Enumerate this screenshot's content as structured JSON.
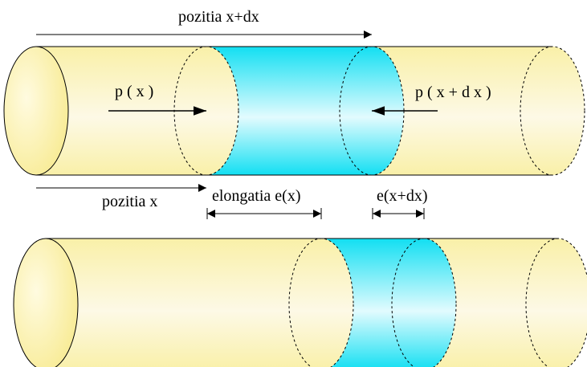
{
  "labels": {
    "pozitia_x_dx": "pozitia x+dx",
    "pozitia_x": "pozitia x",
    "elongatia": "elongatia e(x)",
    "e_x_dx": "e(x+dx)",
    "p_x": "p ( x )",
    "p_x_dx": "p ( x + d x )"
  },
  "colors": {
    "tube_yellow_edge": "#f9f0a8",
    "tube_yellow_mid": "#fdf9e6",
    "element_cyan_edge": "#12dff2",
    "element_cyan_mid": "#e2fbfe",
    "outline": "#000000"
  }
}
